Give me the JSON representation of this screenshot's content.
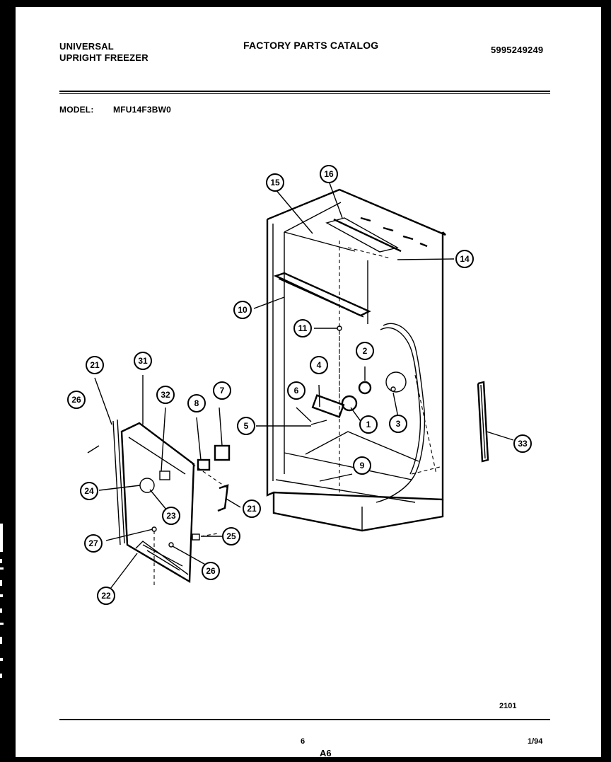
{
  "header": {
    "brand_line1": "UNIVERSAL",
    "brand_line2": "UPRIGHT FREEZER",
    "catalog_title": "FACTORY PARTS CATALOG",
    "catalog_number": "5995249249",
    "model_label": "MODEL:",
    "model_value": "MFU14F3BW0"
  },
  "footer": {
    "diagram_ref": "2101",
    "page_number": "6",
    "date": "1/94",
    "section": "A6"
  },
  "callouts": [
    "1",
    "2",
    "3",
    "4",
    "5",
    "6",
    "7",
    "8",
    "9",
    "10",
    "11",
    "14",
    "15",
    "16",
    "21",
    "22",
    "23",
    "24",
    "25",
    "26",
    "27",
    "31",
    "32",
    "33"
  ]
}
